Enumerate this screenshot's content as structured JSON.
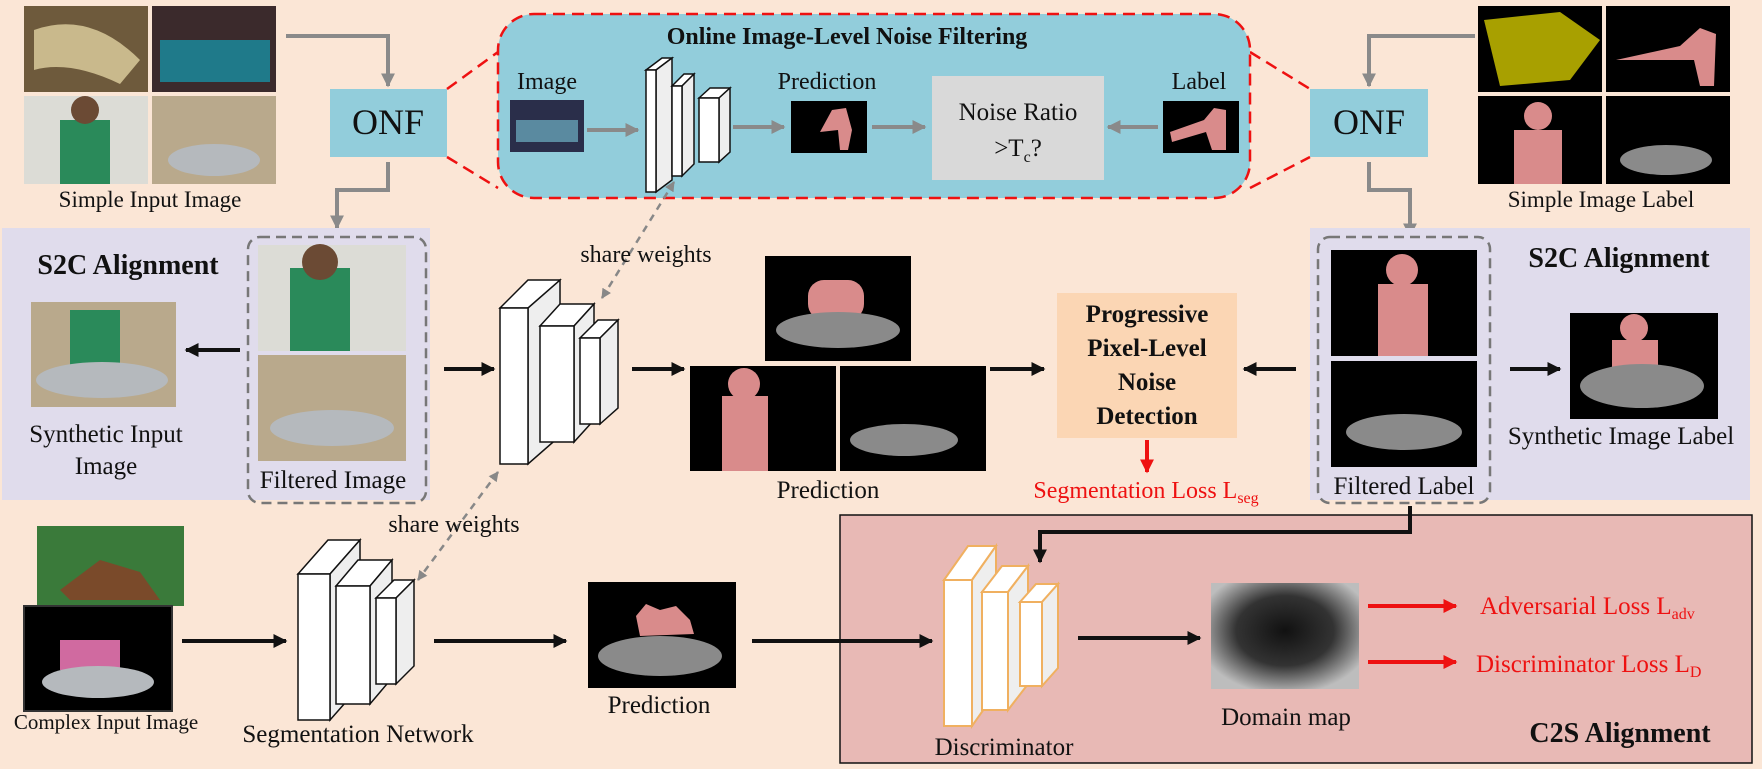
{
  "top_panel": {
    "title": "Online Image-Level Noise Filtering",
    "image_label": "Image",
    "prediction_label": "Prediction",
    "label_label": "Label",
    "noise_ratio_line1": "Noise Ratio",
    "noise_ratio_line2_prefix": ">T",
    "noise_ratio_line2_sub": "c",
    "noise_ratio_line2_suffix": "?"
  },
  "onf_left": "ONF",
  "onf_right": "ONF",
  "simple_input_image": "Simple Input Image",
  "simple_image_label": "Simple Image Label",
  "s2c_left": {
    "title": "S2C Alignment",
    "synthetic_input_line1": "Synthetic Input",
    "synthetic_input_line2": "Image",
    "filtered_image": "Filtered Image"
  },
  "s2c_right": {
    "title": "S2C Alignment",
    "filtered_label": "Filtered Label",
    "synthetic_image_label": "Synthetic Image Label"
  },
  "share_weights_top": "share weights",
  "share_weights_bottom": "share weights",
  "prediction_middle": "Prediction",
  "progressive": {
    "line1": "Progressive",
    "line2": "Pixel-Level",
    "line3": "Noise",
    "line4": "Detection"
  },
  "segmentation_loss": {
    "text": "Segmentation Loss L",
    "sub": "seg"
  },
  "complex_input_image": "Complex Input Image",
  "segmentation_network": "Segmentation Network",
  "prediction_bottom": "Prediction",
  "discriminator": "Discriminator",
  "domain_map": "Domain map",
  "c2s_alignment": "C2S Alignment",
  "adversarial_loss": {
    "text": "Adversarial Loss L",
    "sub": "adv"
  },
  "discriminator_loss": {
    "text": "Discriminator Loss L",
    "sub": "D"
  },
  "colors": {
    "background": "#fbe6d6",
    "top_panel": "#92cddb",
    "onf_box": "#92cddb",
    "s2c_panel": "#e0dcec",
    "c2s_panel": "#e8b9b5",
    "progressive_box": "#fbd6b4",
    "noise_box": "#d9d9d9",
    "mask_pink": "#d98b8b",
    "mask_gray": "#8a8a8a",
    "loss_red": "#ee1111"
  }
}
